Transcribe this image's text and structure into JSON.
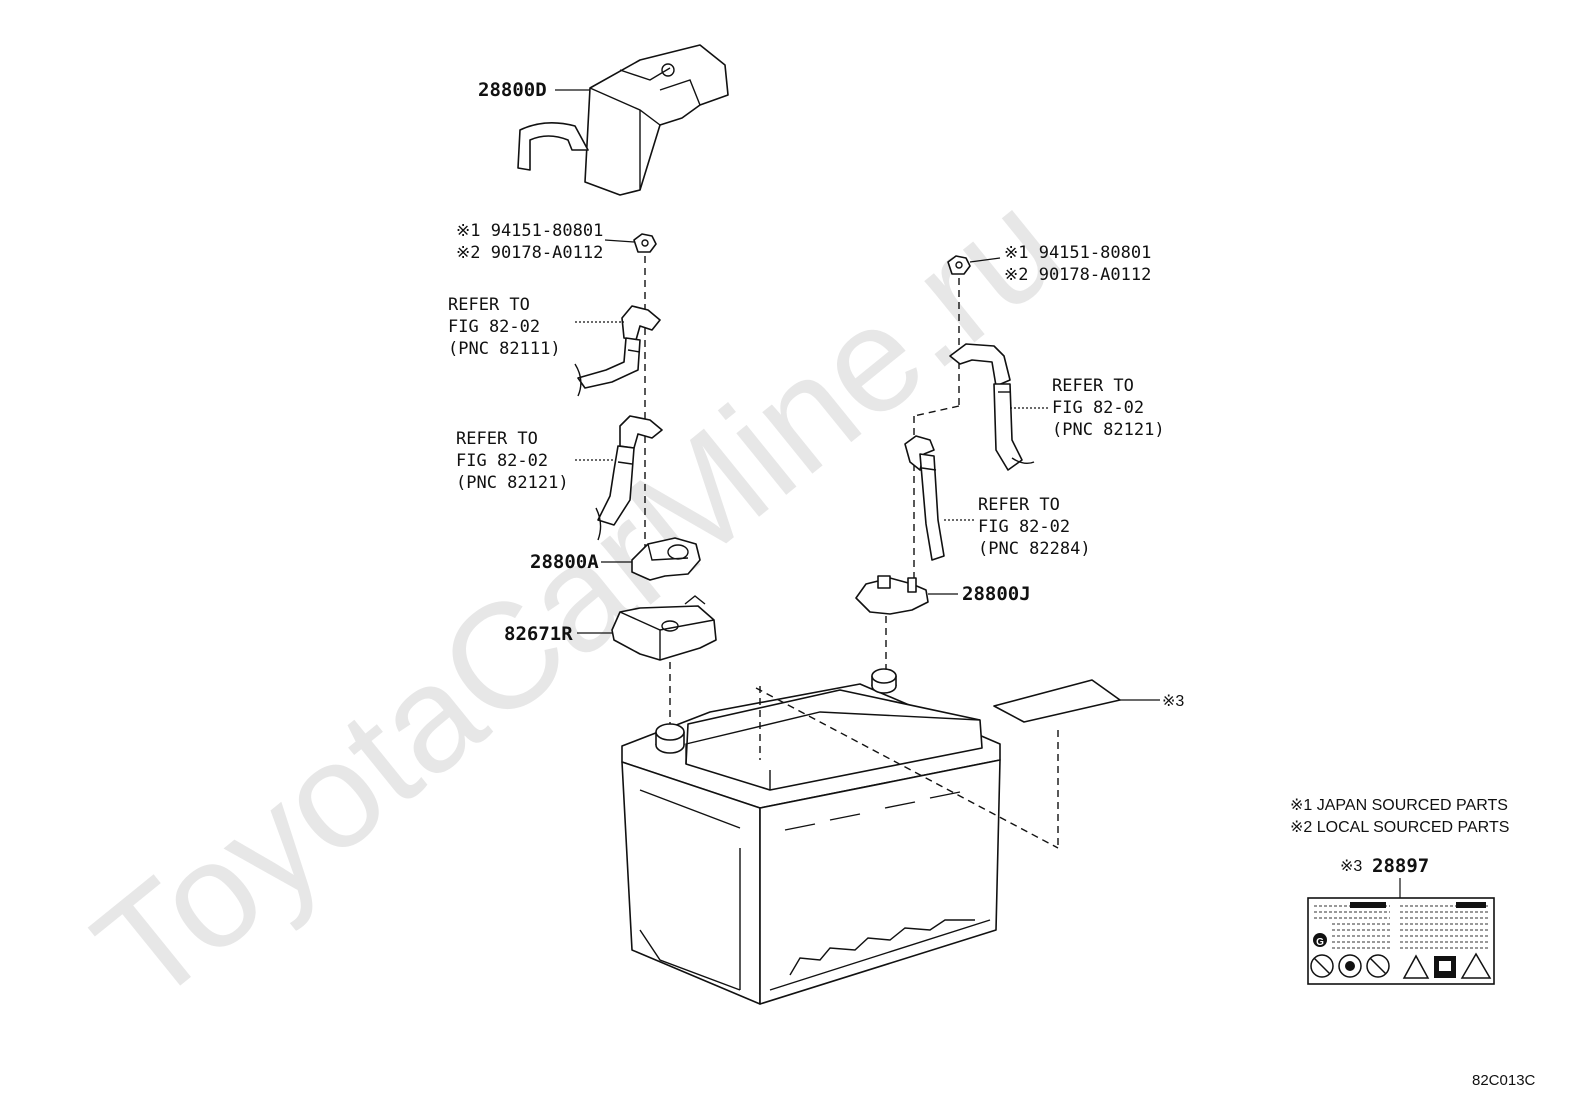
{
  "watermark": "ToyotaCarMine.ru",
  "parts": {
    "cover_28800D": "28800D",
    "nut_left_1": "※1 94151-80801",
    "nut_left_2": "※2 90178-A0112",
    "nut_right_1": "※1 94151-80801",
    "nut_right_2": "※2 90178-A0112",
    "terminal_28800A": "28800A",
    "holder_82671R": "82671R",
    "terminal_28800J": "28800J",
    "label_note3": "※3"
  },
  "refs": {
    "r1": [
      "REFER TO",
      "FIG 82-02",
      "(PNC 82111)"
    ],
    "r2": [
      "REFER TO",
      "FIG 82-02",
      "(PNC 82121)"
    ],
    "r3": [
      "REFER TO",
      "FIG 82-02",
      "(PNC 82121)"
    ],
    "r4": [
      "REFER TO",
      "FIG 82-02",
      "(PNC 82284)"
    ]
  },
  "legend": {
    "line1": "※1 JAPAN SOURCED PARTS",
    "line2": "※2 LOCAL SOURCED PARTS",
    "label_prefix": "※3",
    "label_part": "28897",
    "label_icon": "G"
  },
  "figure_code": "82C013C"
}
